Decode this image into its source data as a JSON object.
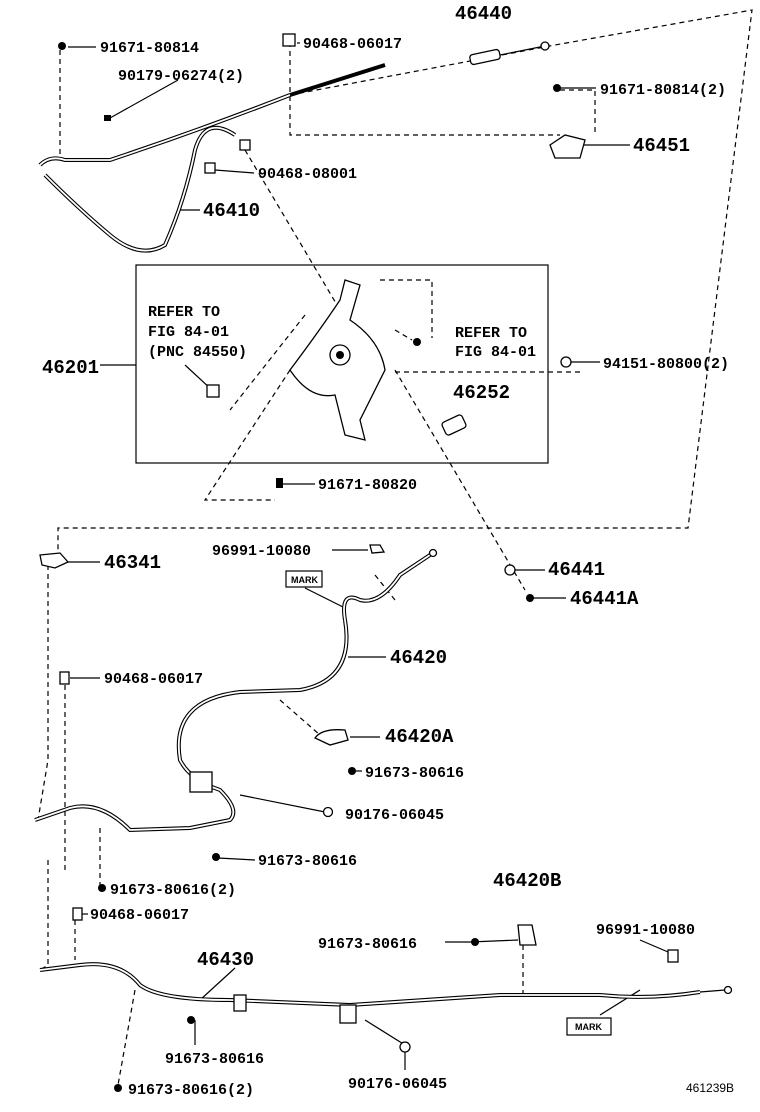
{
  "diagram": {
    "labels": {
      "p46440": "46440",
      "p91671_80814_a": "91671-80814",
      "p90468_06017_a": "90468-06017",
      "p90179_06274": "90179-06274(2)",
      "p91671_80814_b": "91671-80814(2)",
      "p46451": "46451",
      "p90468_08001": "90468-08001",
      "p46410": "46410",
      "refer_left": [
        "REFER TO",
        "FIG 84-01",
        "(PNC 84550)"
      ],
      "refer_right": [
        "REFER TO",
        "FIG 84-01"
      ],
      "p46201": "46201",
      "p94151_80800": "94151-80800(2)",
      "p46252": "46252",
      "p91671_80820": "91671-80820",
      "p96991_10080_a": "96991-10080",
      "p46341": "46341",
      "p46441": "46441",
      "p46441A": "46441A",
      "p46420": "46420",
      "p90468_06017_b": "90468-06017",
      "p46420A": "46420A",
      "p91673_80616_a": "91673-80616",
      "p90176_06045_a": "90176-06045",
      "p91673_80616_b": "91673-80616",
      "p91673_80616_c": "91673-80616(2)",
      "p46420B": "46420B",
      "p90468_06017_c": "90468-06017",
      "p91673_80616_d": "91673-80616",
      "p96991_10080_b": "96991-10080",
      "p46430": "46430",
      "p91673_80616_e": "91673-80616",
      "p91673_80616_f": "91673-80616(2)",
      "p90176_06045_b": "90176-06045",
      "mark_a": "MARK",
      "mark_b": "MARK",
      "figure_id": "461239B"
    }
  }
}
